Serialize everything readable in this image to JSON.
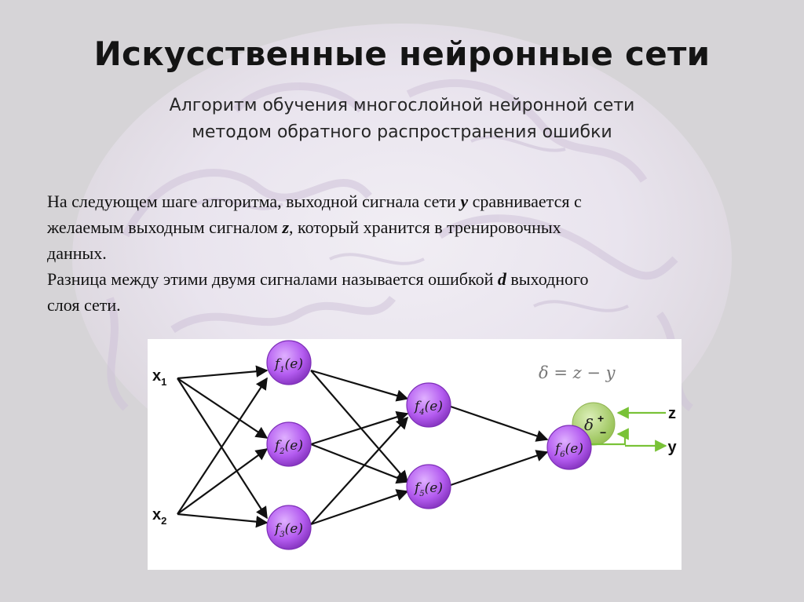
{
  "slide": {
    "title": "Искусственные нейронные сети",
    "subtitle_line1": "Алгоритм обучения многослойной нейронной сети",
    "subtitle_line2": "методом обратного распространения ошибки"
  },
  "body": {
    "p1_a": "На следующем шаге алгоритма, выходной сигнала сети ",
    "p1_y": "y",
    "p1_b": " сравнивается с",
    "p1_c": "желаемым выходным сигналом ",
    "p1_z": "z",
    "p1_d": ", который хранится в тренировочных",
    "p1_e": "данных.",
    "p2_a": "Разница между этими двумя сигналами называется ошибкой ",
    "p2_d": "d",
    "p2_b": " выходного",
    "p2_c": "слоя сети."
  },
  "diagram": {
    "inputs": [
      "x",
      "x"
    ],
    "input_subscripts": [
      "1",
      "2"
    ],
    "nodes": [
      {
        "f": "f",
        "sub": "1",
        "e": "(e)"
      },
      {
        "f": "f",
        "sub": "2",
        "e": "(e)"
      },
      {
        "f": "f",
        "sub": "3",
        "e": "(e)"
      },
      {
        "f": "f",
        "sub": "4",
        "e": "(e)"
      },
      {
        "f": "f",
        "sub": "5",
        "e": "(e)"
      },
      {
        "f": "f",
        "sub": "6",
        "e": "(e)"
      }
    ],
    "formula": "δ = z − y",
    "delta_symbol": "δ",
    "delta_plus": "+",
    "delta_minus": "−",
    "label_z": "z",
    "label_y": "y",
    "colors": {
      "node": "#b45cf0",
      "node_dark": "#7e2fb8",
      "delta": "#a9cf68",
      "green_arrow": "#79c237",
      "line": "#111111"
    }
  }
}
